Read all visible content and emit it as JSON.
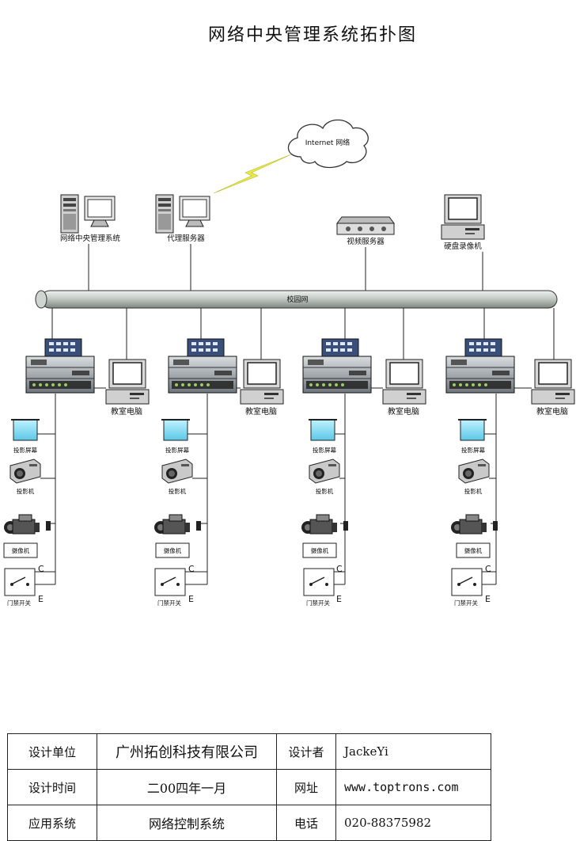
{
  "title": "网络中央管理系统拓扑图",
  "cloud_label": "Internet 网络",
  "top_devices": {
    "central": "网络中央管理系统",
    "proxy": "代理服务器",
    "video": "视频服务器",
    "dvr": "硬盘录像机"
  },
  "backbone_label": "校园网",
  "branch": {
    "pc": "教室电脑",
    "screen": "投影屏幕",
    "projector": "投影机",
    "camera_box": "摄像机",
    "door": "门禁开关",
    "c": "C",
    "e": "E"
  },
  "info_table": {
    "r1": {
      "k1": "设计单位",
      "v1": "广州拓创科技有限公司",
      "k2": "设计者",
      "v2": "JackeYi"
    },
    "r2": {
      "k1": "设计时间",
      "v1": "二00四年一月",
      "k2": "网址",
      "v2": "www.toptrons.com"
    },
    "r3": {
      "k1": "应用系统",
      "v1": "网络控制系统",
      "k2": "电话",
      "v2": "020-88375982"
    }
  }
}
